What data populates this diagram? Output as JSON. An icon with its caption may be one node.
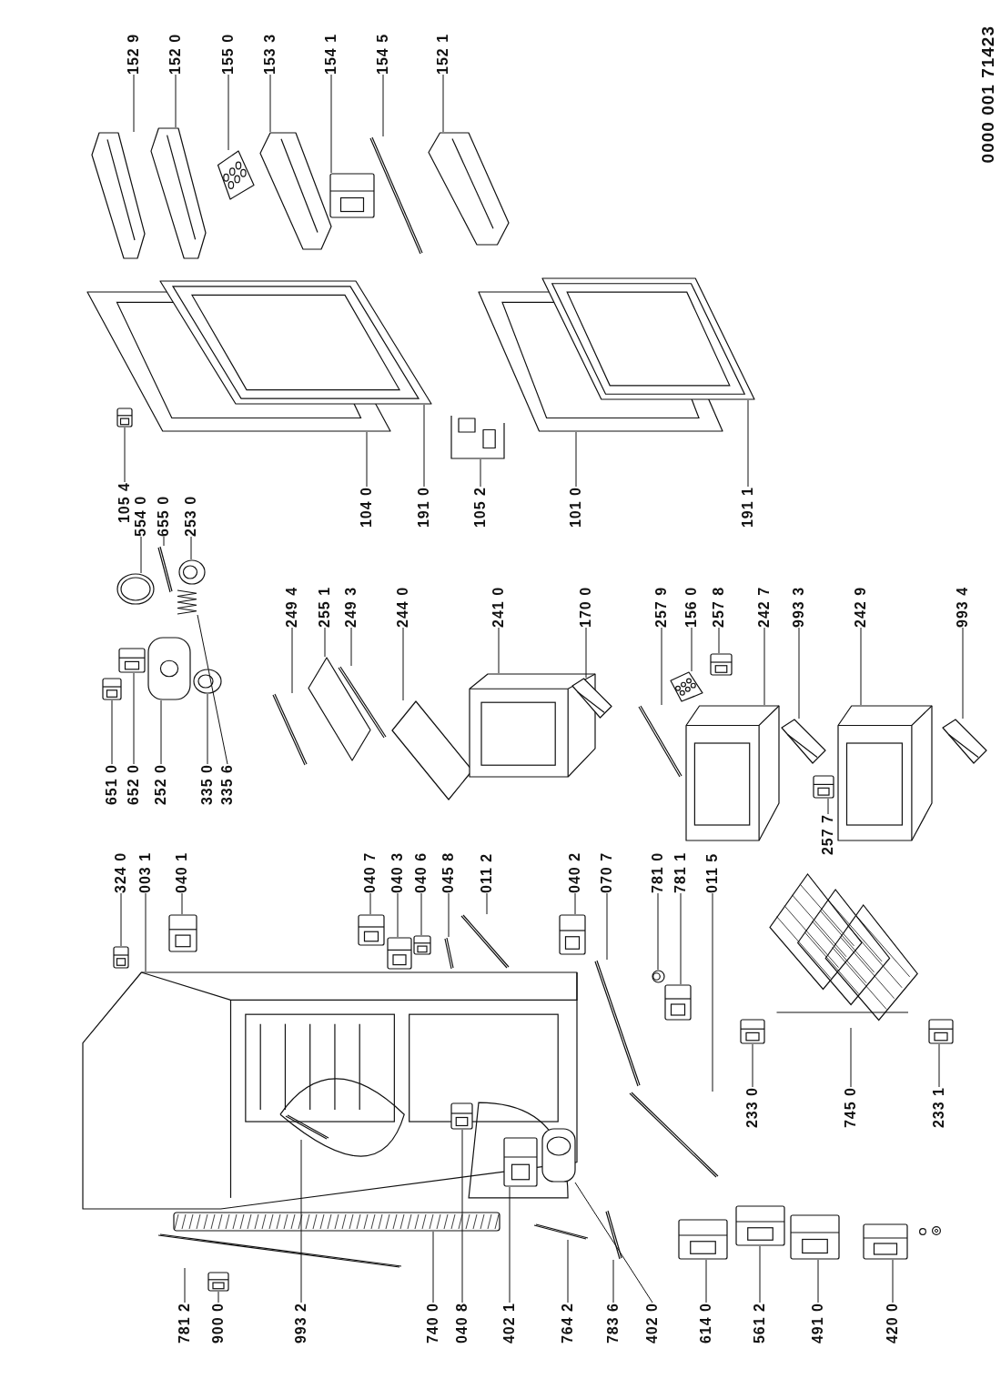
{
  "diagram": {
    "nodes": [
      {
        "text": [
          "152 9"
        ]
      },
      {
        "text": [
          "152 0"
        ]
      },
      {
        "text": [
          "155 0"
        ]
      },
      {
        "text": [
          "153 3"
        ]
      },
      {
        "text": [
          "154 1"
        ]
      },
      {
        "text": [
          "154 5"
        ]
      },
      {
        "text": [
          "152 1"
        ]
      },
      {
        "text": [
          "105 4"
        ]
      },
      {
        "text": [
          "554 0"
        ]
      },
      {
        "text": [
          "655 0"
        ]
      },
      {
        "text": [
          "253 0"
        ]
      },
      {
        "text": [
          "104 0"
        ]
      },
      {
        "text": [
          "191 0"
        ]
      },
      {
        "text": [
          "105 2"
        ]
      },
      {
        "text": [
          "101 0"
        ]
      },
      {
        "text": [
          "191 1"
        ]
      },
      {
        "text": [
          "651 0"
        ]
      },
      {
        "text": [
          "652 0"
        ]
      },
      {
        "text": [
          "252 0"
        ]
      },
      {
        "text": [
          "335 0"
        ]
      },
      {
        "text": [
          "335 6"
        ]
      },
      {
        "text": [
          "249 4"
        ]
      },
      {
        "text": [
          "255 1"
        ]
      },
      {
        "text": [
          "249 3"
        ]
      },
      {
        "text": [
          "244 0"
        ]
      },
      {
        "text": [
          "241 0"
        ]
      },
      {
        "text": [
          "170 0"
        ]
      },
      {
        "text": [
          "257 9"
        ]
      },
      {
        "text": [
          "156 0"
        ]
      },
      {
        "text": [
          "257 8"
        ]
      },
      {
        "text": [
          "242 7"
        ]
      },
      {
        "text": [
          "993 3"
        ]
      },
      {
        "text": [
          "242 9"
        ]
      },
      {
        "text": [
          "257 7"
        ]
      },
      {
        "text": [
          "993 4"
        ]
      },
      {
        "text": [
          "324 0"
        ]
      },
      {
        "text": [
          "003 1"
        ]
      },
      {
        "text": [
          "040 1"
        ]
      },
      {
        "text": [
          "040 7"
        ]
      },
      {
        "text": [
          "040 3"
        ]
      },
      {
        "text": [
          "040 6"
        ]
      },
      {
        "text": [
          "045 8"
        ]
      },
      {
        "text": [
          "011 2"
        ]
      },
      {
        "text": [
          "040 2"
        ]
      },
      {
        "text": [
          "070 7"
        ]
      },
      {
        "text": [
          "781 0"
        ]
      },
      {
        "text": [
          "781 1"
        ]
      },
      {
        "text": [
          "011 5"
        ]
      },
      {
        "text": [
          "233 0"
        ]
      },
      {
        "text": [
          "745 0"
        ]
      },
      {
        "text": [
          "233 1"
        ]
      },
      {
        "text": [
          "781 2"
        ]
      },
      {
        "text": [
          "900 0"
        ]
      },
      {
        "text": [
          "993 2"
        ]
      },
      {
        "text": [
          "740 0"
        ]
      },
      {
        "text": [
          "040 8"
        ]
      },
      {
        "text": [
          "402 1"
        ]
      },
      {
        "text": [
          "764 2"
        ]
      },
      {
        "text": [
          "783 6"
        ]
      },
      {
        "text": [
          "402 0"
        ]
      },
      {
        "text": [
          "614 0"
        ]
      },
      {
        "text": [
          "561 2"
        ]
      },
      {
        "text": [
          "491 0"
        ]
      },
      {
        "text": [
          "420 0"
        ]
      },
      {
        "text": [],
        "shape": "picture"
      },
      {
        "text": [],
        "shape": "picture"
      },
      {
        "text": [],
        "shape": "picture"
      },
      {
        "text": [],
        "shape": "picture"
      },
      {
        "text": [],
        "shape": "picture"
      },
      {
        "text": [],
        "shape": "picture"
      },
      {
        "text": [],
        "shape": "picture"
      },
      {
        "text": [],
        "shape": "picture"
      },
      {
        "text": [],
        "shape": "picture"
      },
      {
        "text": [],
        "shape": "picture"
      },
      {
        "text": [],
        "shape": "picture"
      },
      {
        "text": [],
        "shape": "picture"
      },
      {
        "text": [],
        "shape": "picture"
      },
      {
        "text": [],
        "shape": "picture"
      },
      {
        "text": [],
        "shape": "picture"
      },
      {
        "text": [],
        "shape": "picture"
      },
      {
        "text": [],
        "shape": "picture"
      },
      {
        "text": [],
        "shape": "picture"
      },
      {
        "text": [],
        "shape": "picture"
      },
      {
        "text": [],
        "shape": "picture"
      },
      {
        "text": [],
        "shape": "picture"
      },
      {
        "text": [],
        "shape": "picture"
      },
      {
        "text": [],
        "shape": "picture"
      },
      {
        "text": [],
        "shape": "picture"
      },
      {
        "text": [],
        "shape": "picture"
      },
      {
        "text": [],
        "shape": "picture"
      },
      {
        "text": [],
        "shape": "picture"
      },
      {
        "text": [],
        "shape": "picture"
      },
      {
        "text": [],
        "shape": "picture"
      },
      {
        "text": [],
        "shape": "picture"
      },
      {
        "text": [],
        "shape": "picture"
      },
      {
        "text": [],
        "shape": "picture"
      },
      {
        "text": [],
        "shape": "picture"
      },
      {
        "text": [],
        "shape": "picture"
      },
      {
        "text": [],
        "shape": "picture"
      },
      {
        "text": [],
        "shape": "picture"
      },
      {
        "text": [],
        "shape": "picture"
      },
      {
        "text": [],
        "shape": "picture"
      },
      {
        "text": [],
        "shape": "picture"
      },
      {
        "text": [],
        "shape": "picture"
      },
      {
        "text": [],
        "shape": "picture"
      },
      {
        "text": [],
        "shape": "picture"
      },
      {
        "text": [],
        "shape": "picture"
      },
      {
        "text": [],
        "shape": "picture"
      },
      {
        "text": [],
        "shape": "picture"
      },
      {
        "text": [],
        "shape": "picture"
      },
      {
        "text": [],
        "shape": "picture"
      },
      {
        "text": [],
        "shape": "picture"
      },
      {
        "text": [],
        "shape": "picture"
      },
      {
        "text": [],
        "shape": "picture"
      },
      {
        "text": [],
        "shape": "picture"
      },
      {
        "text": [],
        "shape": "picture"
      },
      {
        "text": [],
        "shape": "picture"
      },
      {
        "text": [],
        "shape": "picture",
        "in": 100
      },
      {
        "text": [],
        "shape": "picture"
      },
      {
        "text": [],
        "shape": "picture",
        "in": 100
      },
      {
        "text": [],
        "shape": "picture",
        "in": 100
      },
      {
        "text": [],
        "shape": "picture"
      },
      {
        "text": [],
        "shape": "picture"
      },
      {
        "text": [],
        "shape": "picture",
        "in": 100
      },
      {
        "text": [],
        "shape": "picture"
      },
      {
        "text": [],
        "shape": "picture"
      },
      {
        "text": [],
        "shape": "picture"
      },
      {
        "text": [],
        "shape": "picture"
      }
    ],
    "edges": [
      {
        "from": 0,
        "to": 64,
        "arrow": "none"
      },
      {
        "from": 1,
        "to": 65,
        "arrow": "none"
      },
      {
        "from": 2,
        "to": 66,
        "arrow": "none"
      },
      {
        "from": 3,
        "to": 67,
        "arrow": "none"
      },
      {
        "from": 4,
        "to": 68,
        "arrow": "none"
      },
      {
        "from": 5,
        "to": 69,
        "arrow": "none"
      },
      {
        "from": 6,
        "to": 70,
        "arrow": "none"
      },
      {
        "from": 7,
        "to": 71,
        "arrow": "none"
      },
      {
        "from": 8,
        "to": 72,
        "arrow": "none"
      },
      {
        "from": 9,
        "to": 73,
        "arrow": "none"
      },
      {
        "from": 10,
        "to": 74,
        "arrow": "none"
      },
      {
        "from": 11,
        "to": 75,
        "arrow": "none"
      },
      {
        "from": 12,
        "to": 76,
        "arrow": "none"
      },
      {
        "from": 13,
        "to": 77,
        "arrow": "none"
      },
      {
        "from": 14,
        "to": 78,
        "arrow": "none"
      },
      {
        "from": 15,
        "to": 79,
        "arrow": "none"
      },
      {
        "from": 16,
        "to": 80,
        "arrow": "none"
      },
      {
        "from": 17,
        "to": 81,
        "arrow": "none"
      },
      {
        "from": 18,
        "to": 82,
        "arrow": "none"
      },
      {
        "from": 19,
        "to": 83,
        "arrow": "none"
      },
      {
        "from": 20,
        "to": 84,
        "arrow": "none"
      },
      {
        "from": 21,
        "to": 85,
        "arrow": "none"
      },
      {
        "from": 22,
        "to": 86,
        "arrow": "none"
      },
      {
        "from": 23,
        "to": 87,
        "arrow": "none"
      },
      {
        "from": 24,
        "to": 88,
        "arrow": "none"
      },
      {
        "from": 25,
        "to": 89,
        "arrow": "none"
      },
      {
        "from": 26,
        "to": 90,
        "arrow": "none"
      },
      {
        "from": 27,
        "to": 91,
        "arrow": "none"
      },
      {
        "from": 28,
        "to": 92,
        "arrow": "none"
      },
      {
        "from": 29,
        "to": 93,
        "arrow": "none"
      },
      {
        "from": 30,
        "to": 94,
        "arrow": "none"
      },
      {
        "from": 31,
        "to": 95,
        "arrow": "none"
      },
      {
        "from": 32,
        "to": 96,
        "arrow": "none"
      },
      {
        "from": 33,
        "to": 97,
        "arrow": "none"
      },
      {
        "from": 34,
        "to": 98,
        "arrow": "none"
      },
      {
        "from": 35,
        "to": 99,
        "arrow": "none"
      },
      {
        "from": 36,
        "to": 100,
        "arrow": "none"
      },
      {
        "from": 37,
        "to": 101,
        "arrow": "none"
      },
      {
        "from": 38,
        "to": 102,
        "arrow": "none"
      },
      {
        "from": 39,
        "to": 103,
        "arrow": "none"
      },
      {
        "from": 40,
        "to": 104,
        "arrow": "none"
      },
      {
        "from": 41,
        "to": 105,
        "arrow": "none"
      },
      {
        "from": 42,
        "to": 106,
        "arrow": "none"
      },
      {
        "from": 43,
        "to": 107,
        "arrow": "none"
      },
      {
        "from": 44,
        "to": 108,
        "arrow": "none"
      },
      {
        "from": 45,
        "to": 109,
        "arrow": "none"
      },
      {
        "from": 46,
        "to": 110,
        "arrow": "none"
      },
      {
        "from": 47,
        "to": 111,
        "arrow": "none"
      },
      {
        "from": 48,
        "to": 112,
        "arrow": "none"
      },
      {
        "from": 49,
        "to": 113,
        "arrow": "none"
      },
      {
        "from": 50,
        "to": 114,
        "arrow": "none"
      },
      {
        "from": 51,
        "to": 115,
        "arrow": "none"
      },
      {
        "from": 52,
        "to": 116,
        "arrow": "none"
      },
      {
        "from": 53,
        "to": 117,
        "arrow": "none"
      },
      {
        "from": 54,
        "to": 118,
        "arrow": "none"
      },
      {
        "from": 55,
        "to": 119,
        "arrow": "none"
      },
      {
        "from": 56,
        "to": 120,
        "arrow": "none"
      },
      {
        "from": 57,
        "to": 121,
        "arrow": "none"
      },
      {
        "from": 58,
        "to": 122,
        "arrow": "none"
      },
      {
        "from": 59,
        "to": 123,
        "arrow": "none"
      },
      {
        "from": 60,
        "to": 124,
        "arrow": "none"
      },
      {
        "from": 61,
        "to": 125,
        "arrow": "none"
      },
      {
        "from": 62,
        "to": 126,
        "arrow": "none"
      },
      {
        "from": 63,
        "to": 127,
        "arrow": "none"
      }
    ],
    "labels": [
      "0000 001 71423"
    ]
  }
}
